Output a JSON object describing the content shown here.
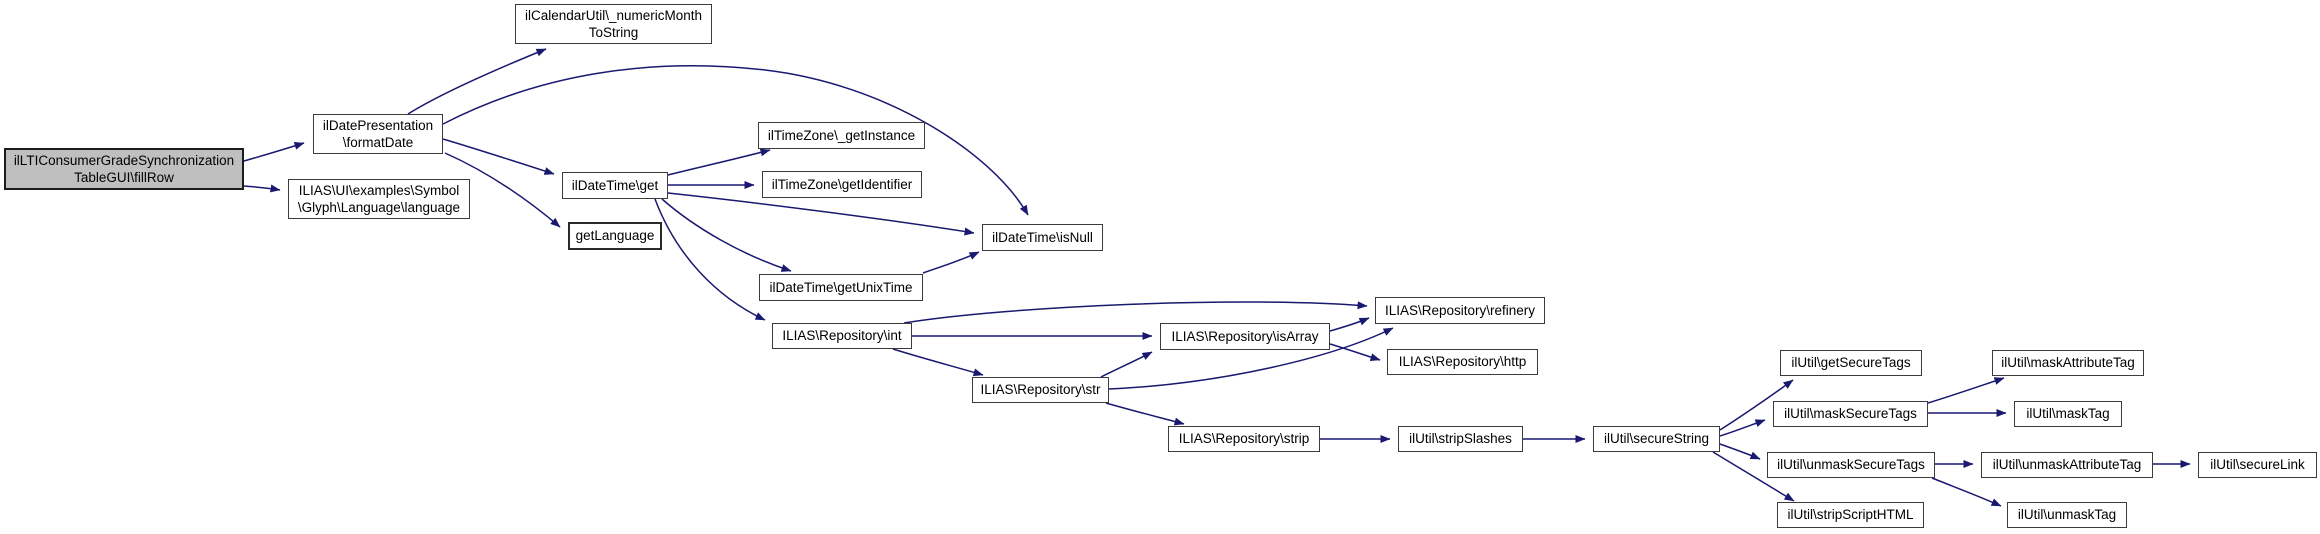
{
  "graph": {
    "type": "call-graph",
    "root": "ilLTIConsumerGradeSynchronizationTableGUI\\fillRow",
    "colors": {
      "background": "#ffffff",
      "edge": "#191970",
      "node_fill": "#ffffff",
      "node_border": "#3c3c3c",
      "root_fill": "#bfbfbf"
    },
    "nodes": [
      {
        "id": "fillRow",
        "label": "ilLTIConsumerGradeSynchronization\nTableGUI\\fillRow"
      },
      {
        "id": "formatDate",
        "label": "ilDatePresentation\n\\formatDate"
      },
      {
        "id": "language",
        "label": "ILIAS\\UI\\examples\\Symbol\n\\Glyph\\Language\\language"
      },
      {
        "id": "numericMonth",
        "label": "ilCalendarUtil\\_numericMonth\nToString"
      },
      {
        "id": "get",
        "label": "ilDateTime\\get"
      },
      {
        "id": "getLanguage",
        "label": "getLanguage"
      },
      {
        "id": "getInstance",
        "label": "ilTimeZone\\_getInstance"
      },
      {
        "id": "getIdentifier",
        "label": "ilTimeZone\\getIdentifier"
      },
      {
        "id": "isNull",
        "label": "ilDateTime\\isNull"
      },
      {
        "id": "getUnixTime",
        "label": "ilDateTime\\getUnixTime"
      },
      {
        "id": "int",
        "label": "ILIAS\\Repository\\int"
      },
      {
        "id": "str",
        "label": "ILIAS\\Repository\\str"
      },
      {
        "id": "isArray",
        "label": "ILIAS\\Repository\\isArray"
      },
      {
        "id": "refinery",
        "label": "ILIAS\\Repository\\refinery"
      },
      {
        "id": "http",
        "label": "ILIAS\\Repository\\http"
      },
      {
        "id": "strip",
        "label": "ILIAS\\Repository\\strip"
      },
      {
        "id": "stripSlashes",
        "label": "ilUtil\\stripSlashes"
      },
      {
        "id": "secureString",
        "label": "ilUtil\\secureString"
      },
      {
        "id": "getSecureTags",
        "label": "ilUtil\\getSecureTags"
      },
      {
        "id": "maskSecureTags",
        "label": "ilUtil\\maskSecureTags"
      },
      {
        "id": "unmaskSecureTags",
        "label": "ilUtil\\unmaskSecureTags"
      },
      {
        "id": "stripScriptHTML",
        "label": "ilUtil\\stripScriptHTML"
      },
      {
        "id": "maskAttributeTag",
        "label": "ilUtil\\maskAttributeTag"
      },
      {
        "id": "maskTag",
        "label": "ilUtil\\maskTag"
      },
      {
        "id": "unmaskAttributeTag",
        "label": "ilUtil\\unmaskAttributeTag"
      },
      {
        "id": "unmaskTag",
        "label": "ilUtil\\unmaskTag"
      },
      {
        "id": "secureLink",
        "label": "ilUtil\\secureLink"
      }
    ],
    "edges": [
      {
        "from": "fillRow",
        "to": "formatDate"
      },
      {
        "from": "fillRow",
        "to": "language"
      },
      {
        "from": "formatDate",
        "to": "numericMonth"
      },
      {
        "from": "formatDate",
        "to": "isNull"
      },
      {
        "from": "formatDate",
        "to": "get"
      },
      {
        "from": "formatDate",
        "to": "getLanguage"
      },
      {
        "from": "get",
        "to": "getInstance"
      },
      {
        "from": "get",
        "to": "getIdentifier"
      },
      {
        "from": "get",
        "to": "isNull"
      },
      {
        "from": "get",
        "to": "getUnixTime"
      },
      {
        "from": "get",
        "to": "int"
      },
      {
        "from": "getUnixTime",
        "to": "isNull"
      },
      {
        "from": "int",
        "to": "refinery"
      },
      {
        "from": "int",
        "to": "isArray"
      },
      {
        "from": "int",
        "to": "str"
      },
      {
        "from": "str",
        "to": "isArray"
      },
      {
        "from": "str",
        "to": "refinery"
      },
      {
        "from": "str",
        "to": "strip"
      },
      {
        "from": "isArray",
        "to": "refinery"
      },
      {
        "from": "isArray",
        "to": "http"
      },
      {
        "from": "strip",
        "to": "stripSlashes"
      },
      {
        "from": "stripSlashes",
        "to": "secureString"
      },
      {
        "from": "secureString",
        "to": "getSecureTags"
      },
      {
        "from": "secureString",
        "to": "maskSecureTags"
      },
      {
        "from": "secureString",
        "to": "unmaskSecureTags"
      },
      {
        "from": "secureString",
        "to": "stripScriptHTML"
      },
      {
        "from": "maskSecureTags",
        "to": "maskAttributeTag"
      },
      {
        "from": "maskSecureTags",
        "to": "maskTag"
      },
      {
        "from": "unmaskSecureTags",
        "to": "unmaskAttributeTag"
      },
      {
        "from": "unmaskSecureTags",
        "to": "unmaskTag"
      },
      {
        "from": "unmaskAttributeTag",
        "to": "secureLink"
      }
    ]
  }
}
